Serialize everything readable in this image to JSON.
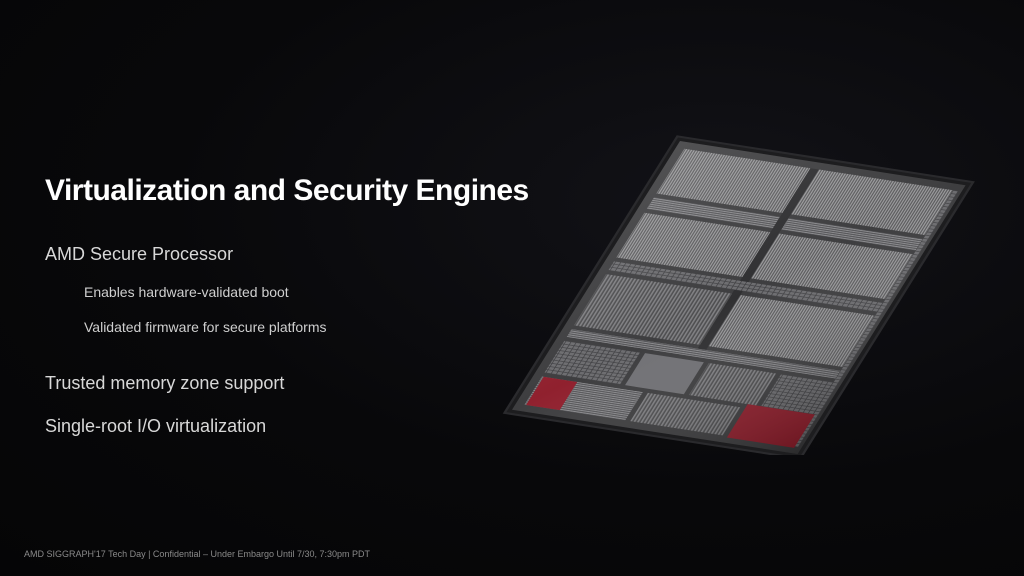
{
  "slide": {
    "title": "Virtualization and Security Engines",
    "bullets": [
      "AMD Secure Processor",
      "Enables hardware-validated boot",
      "Validated firmware for secure platforms",
      "Trusted memory zone support",
      "Single-root I/O virtualization"
    ],
    "footer": "AMD SIGGRAPH'17 Tech Day | Confidential – Under Embargo Until 7/30, 7:30pm PDT"
  },
  "colors": {
    "background": "#08080a",
    "highlight_block": "#8e1c2a",
    "die_base": "#3a3a3c"
  },
  "image": {
    "name": "gpu-die-shot"
  }
}
